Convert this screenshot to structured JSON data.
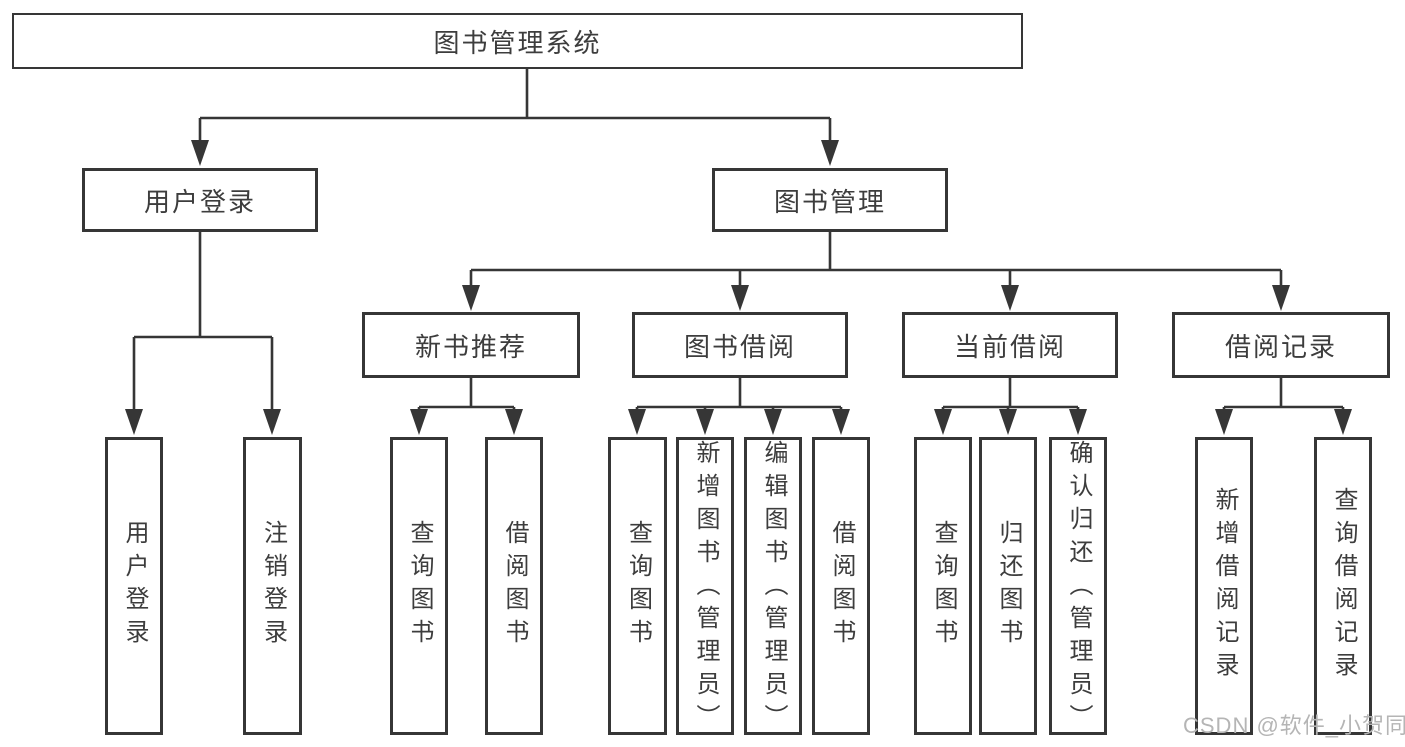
{
  "diagram": {
    "root": "图书管理系统",
    "level2": [
      "用户登录",
      "图书管理"
    ],
    "level3": [
      "新书推荐",
      "图书借阅",
      "当前借阅",
      "借阅记录"
    ],
    "leaves": {
      "user_login": [
        "用户登录",
        "注销登录"
      ],
      "new_book": [
        "查询图书",
        "借阅图书"
      ],
      "book_borrow": [
        "查询图书",
        "新增图书（管理员）",
        "编辑图书（管理员）",
        "借阅图书"
      ],
      "current_borrow": [
        "查询图书",
        "归还图书",
        "确认归还（管理员）"
      ],
      "borrow_records": [
        "新增借阅记录",
        "查询借阅记录"
      ]
    },
    "colors": {
      "line": "#363636",
      "box_border": "#363636",
      "text": "#3d3d3d",
      "background": "#ffffff",
      "watermark": "#b5b5b5"
    }
  },
  "watermark": "CSDN @软件_小贺同学"
}
